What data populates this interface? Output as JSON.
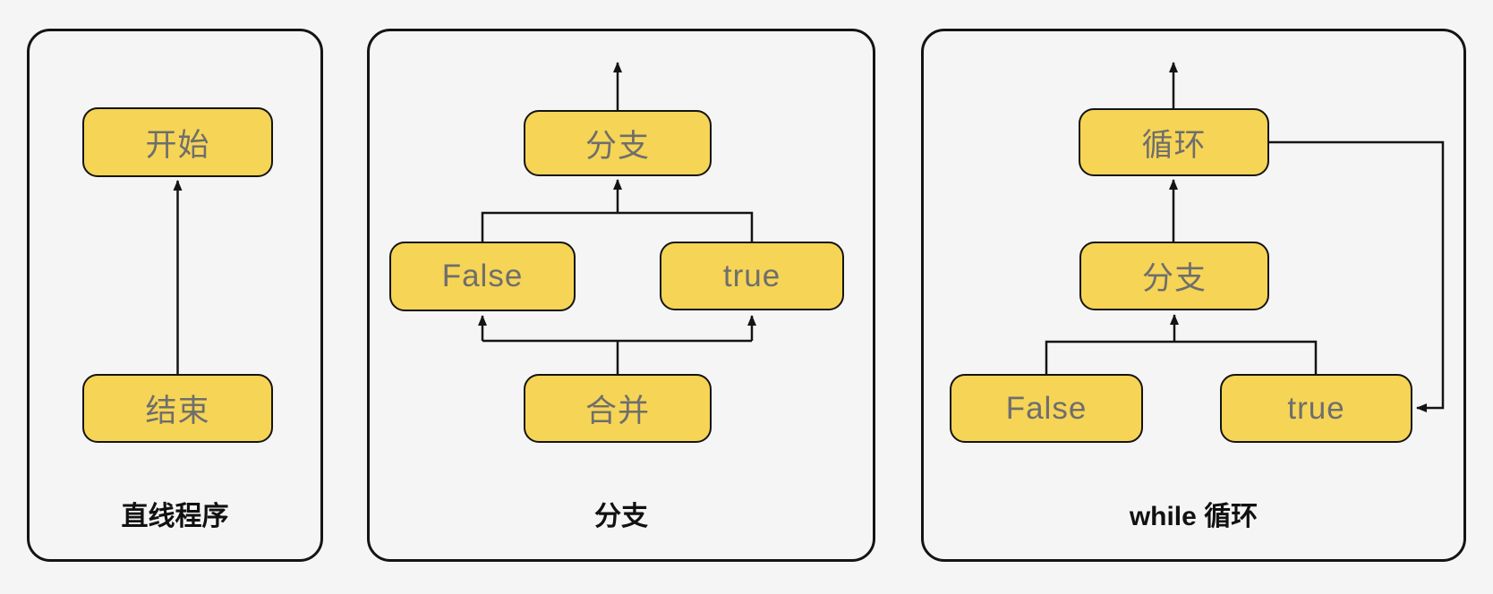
{
  "title": "control-flow structure diagrams",
  "colors": {
    "background": "#F4F5F4",
    "node_fill": "#F6D455",
    "node_border": "#141414",
    "node_text": "#6E6E6E",
    "panel_border": "#141414",
    "label_text": "#111111",
    "line": "#141414"
  },
  "panels": [
    {
      "label": "直线程序",
      "nodes": [
        {
          "label": "开始"
        },
        {
          "label": "结束"
        }
      ],
      "edges": [
        "结束 → 开始"
      ]
    },
    {
      "label": "分支",
      "nodes": [
        {
          "label": "分支"
        },
        {
          "label": "False"
        },
        {
          "label": "true"
        },
        {
          "label": "合并"
        }
      ],
      "edges": [
        "分支 → 上方出口",
        "False/true 汇合 → 分支",
        "合并 → False",
        "合并 → true"
      ]
    },
    {
      "label": "while 循环",
      "nodes": [
        {
          "label": "循环"
        },
        {
          "label": "分支"
        },
        {
          "label": "False"
        },
        {
          "label": "true"
        }
      ],
      "edges": [
        "循环 → 上方出口",
        "分支 → 循环",
        "False/true 汇合 → 分支",
        "循环 → 回边 → true"
      ]
    }
  ]
}
